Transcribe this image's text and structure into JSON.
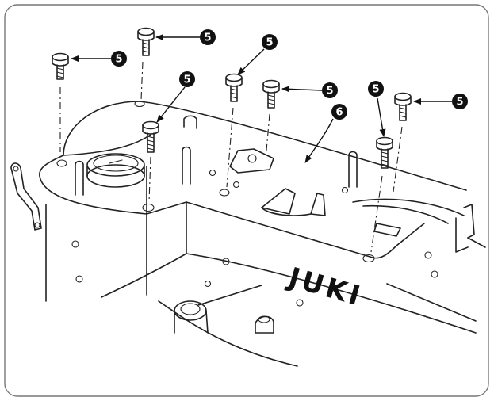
{
  "figure": {
    "brand_label": "JUKI",
    "callouts": [
      {
        "label": "5",
        "part": "screw"
      },
      {
        "label": "5",
        "part": "screw"
      },
      {
        "label": "5",
        "part": "screw"
      },
      {
        "label": "5",
        "part": "screw"
      },
      {
        "label": "5",
        "part": "screw"
      },
      {
        "label": "5",
        "part": "screw"
      },
      {
        "label": "5",
        "part": "screw"
      },
      {
        "label": "6",
        "part": "cover"
      }
    ]
  }
}
